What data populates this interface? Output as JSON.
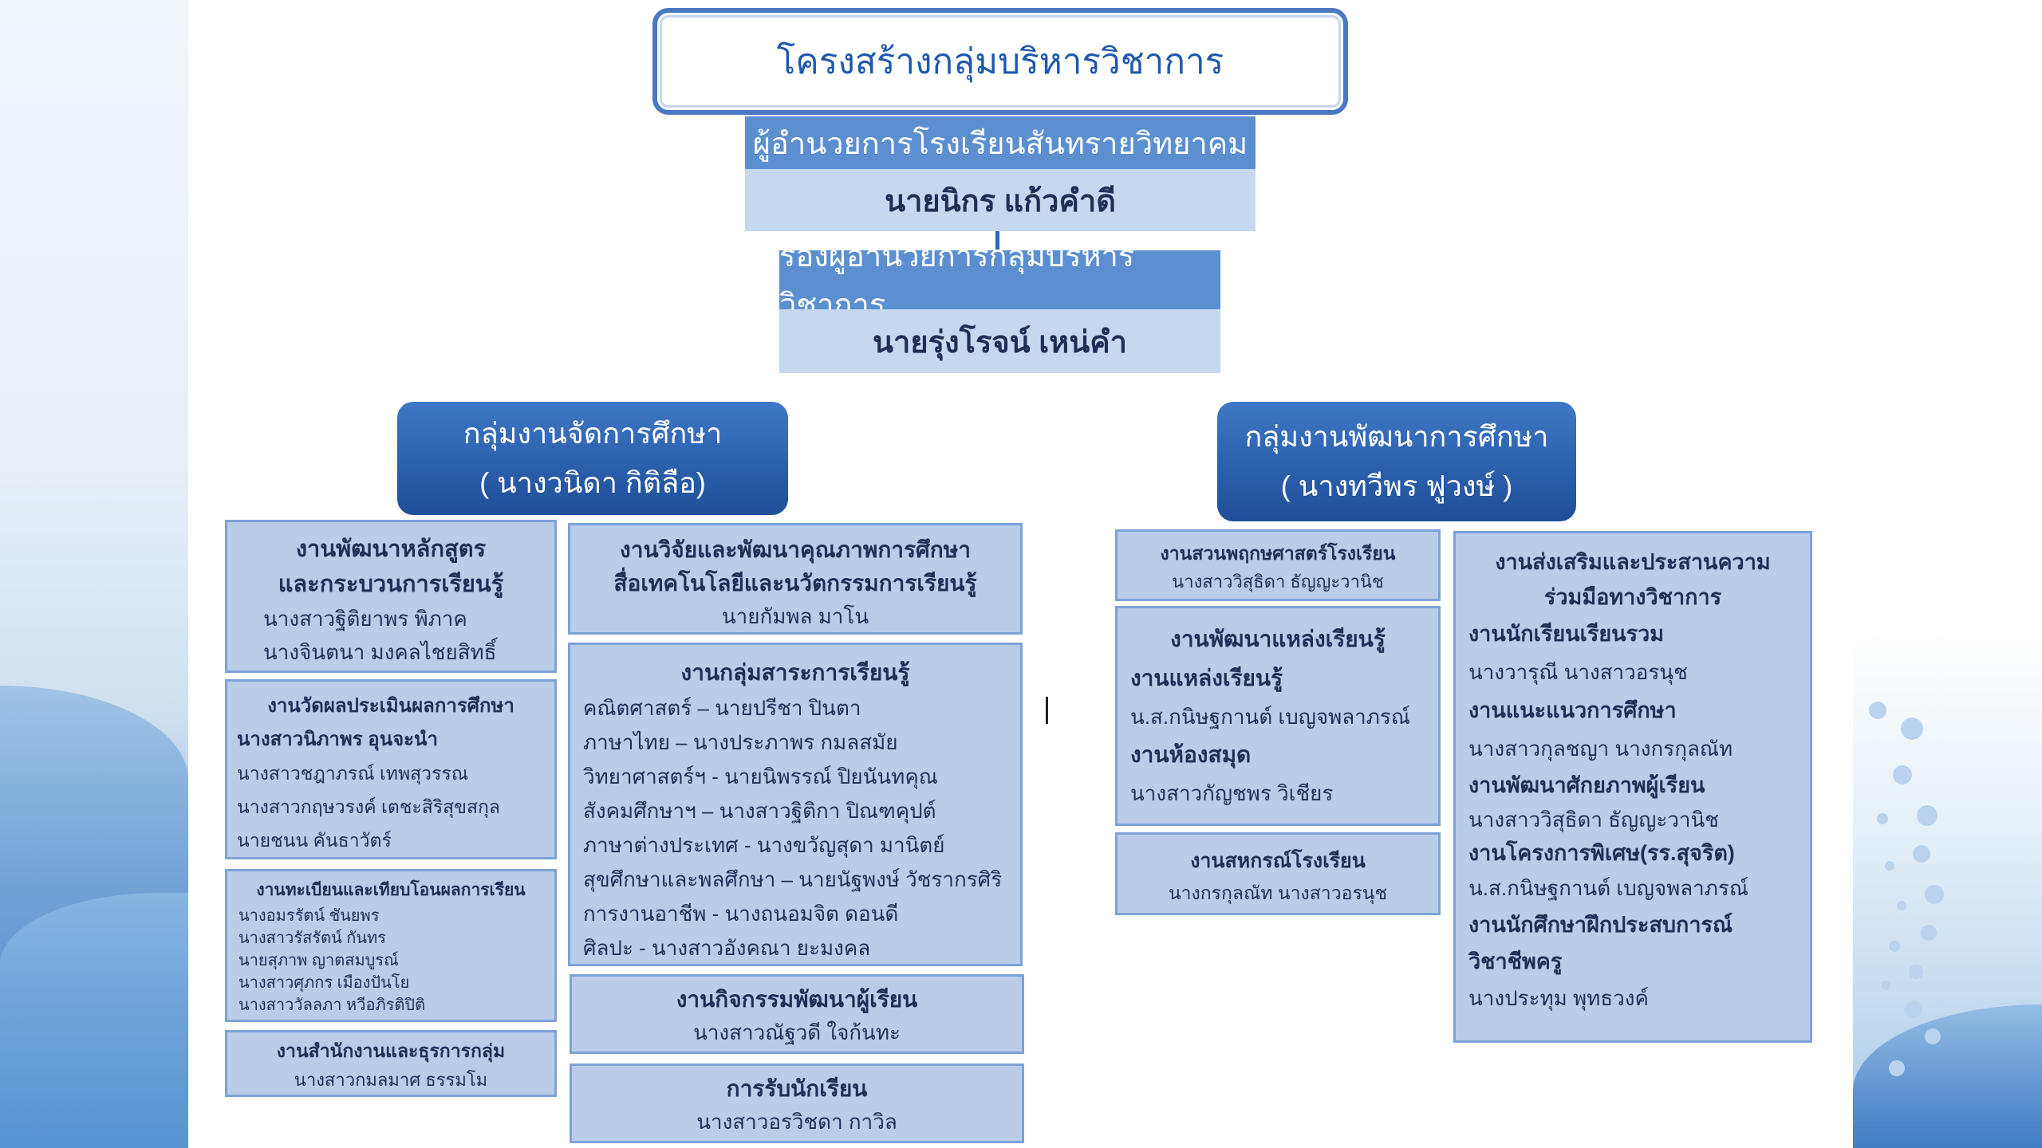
{
  "title": "โครงสร้างกลุ่มบริหารวิชาการ",
  "director": {
    "position": "ผู้อำนวยการโรงเรียนสันทรายวิทยาคม",
    "name": "นายนิกร  แก้วคำดี"
  },
  "deputy": {
    "position": "รองผู้อำนวยการกลุ่มบริหารวิชาการ",
    "name": "นายรุ่งโรจน์  เหน่คำ"
  },
  "left_group": {
    "title": "กลุ่มงานจัดการศึกษา",
    "head": "( นางวนิดา  กิติลือ)",
    "curriculum": {
      "title1": "งานพัฒนาหลักสูตร",
      "title2": "และกระบวนการเรียนรู้",
      "people": [
        "นางสาวฐิติยาพร  พิภาค",
        "นางจินตนา  มงคลไชยสิทธิ์"
      ]
    },
    "evaluation": {
      "title": "งานวัดผลประเมินผลการศึกษา",
      "lead": "นางสาวนิภาพร  อุนจะนำ",
      "people": [
        "นางสาวชฎาภรณ์  เทพสุวรรณ",
        "นางสาวกฤษวรงค์  เตชะสิริสุขสกุล",
        "นายชนน  คันธาวัตร์"
      ]
    },
    "registration": {
      "title": "งานทะเบียนและเทียบโอนผลการเรียน",
      "people": [
        "นางอมรรัตน์  ชันยพร",
        "นางสาวรัสรัตน์  กันทร",
        "นายสุภาพ  ญาตสมบูรณ์",
        "นางสาวศุภกร  เมืองปันโย",
        "นางสาววัลลภา   หวีอภิรติปิติ"
      ]
    },
    "office": {
      "title": "งานสำนักงานและธุรการกลุ่ม",
      "person": "นางสาวกมลมาศ  ธรรมโม"
    },
    "research": {
      "title1": "งานวิจัยและพัฒนาคุณภาพการศึกษา",
      "title2": "สื่อเทคโนโลยีและนวัตกรรมการเรียนรู้",
      "person": "นายกัมพล  มาโน"
    },
    "subjects": {
      "title": "งานกลุ่มสาระการเรียนรู้",
      "items": [
        "คณิตศาสตร์ – นายปรีชา  ปินตา",
        "ภาษาไทย – นางประภาพร  กมลสมัย",
        "วิทยาศาสตร์ฯ - นายนิพรรณ์  ปิยนันทคุณ",
        "สังคมศึกษาฯ – นางสาวฐิติกา   ปิณฑคุปต์",
        "ภาษาต่างประเทศ - นางขวัญสุดา  มานิตย์",
        "สุขศึกษาและพลศึกษา – นายนัฐพงษ์  วัชรากรศิริ",
        "การงานอาชีพ - นางถนอมจิต  ดอนดี",
        "ศิลปะ - นางสาวอังคณา  ยะมงคล"
      ]
    },
    "activities": {
      "title": "งานกิจกรรมพัฒนาผู้เรียน",
      "person": "นางสาวณัฐวดี  ใจก้นทะ"
    },
    "admission": {
      "title": "การรับนักเรียน",
      "person": "นางสาวอรวิชดา   กาวิล"
    }
  },
  "right_group": {
    "title": "กลุ่มงานพัฒนาการศึกษา",
    "head": "( นางทวีพร  ฟูวงษ์ )",
    "botanical": {
      "title": "งานสวนพฤกษศาสตร์โรงเรียน",
      "person": "นางสาววิสุธิดา  ธัญญะวานิช"
    },
    "learning_sources": {
      "title": "งานพัฒนาแหล่งเรียนรู้",
      "sub1": "งานแหล่งเรียนรู้",
      "person1": "น.ส.กนิษฐกานต์  เบญจพลาภรณ์",
      "sub2": "งานห้องสมุด",
      "person2": "นางสาวกัญชพร  วิเชียร"
    },
    "cooperative": {
      "title": "งานสหกรณ์โรงเรียน",
      "person": "นางกรกุลณัท   นางสาวอรนุช"
    },
    "promotion": {
      "title1": "งานส่งเสริมและประสานความ",
      "title2": "ร่วมมือทางวิชาการ",
      "sub1": "งานนักเรียนเรียนรวม",
      "person1": "นางวารุณี   นางสาวอรนุช",
      "sub2": "งานแนะแนวการศึกษา",
      "person2": "นางสาวกุลชญา  นางกรกุลณัท",
      "sub3": "งานพัฒนาศักยภาพผู้เรียน",
      "person3": "นางสาววิสุธิดา  ธัญญะวานิช",
      "sub4": "งานโครงการพิเศษ(รร.สุจริต)",
      "person4": "น.ส.กนิษฐกานต์  เบญจพลาภรณ์",
      "sub5a": "งานนักศึกษาฝึกประสบการณ์",
      "sub5b": "วิชาชีพครู",
      "person5": "นางประทุม  พุทธวงค์"
    }
  }
}
